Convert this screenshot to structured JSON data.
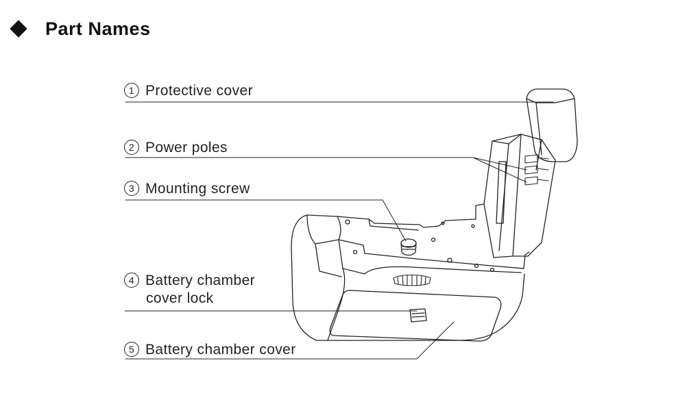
{
  "heading": {
    "title": "Part Names"
  },
  "parts": [
    {
      "num": "1",
      "name": "Protective cover"
    },
    {
      "num": "2",
      "name": "Power poles"
    },
    {
      "num": "3",
      "name": "Mounting screw"
    },
    {
      "num": "4",
      "name": "Battery chamber",
      "name_line2": "cover lock"
    },
    {
      "num": "5",
      "name": "Battery chamber cover"
    }
  ]
}
